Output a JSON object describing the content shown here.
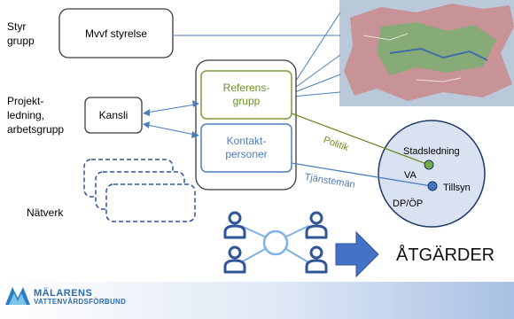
{
  "side_labels": {
    "styr": "Styr\ngrupp",
    "projekt": "Projekt-\nledning,\narbetsgrupp",
    "natverk": "Nätverk"
  },
  "boxes": {
    "styrelse": "Mvvf styrelse",
    "kansli": "Kansli",
    "referensgrupp": "Referens-\ngrupp",
    "kontaktpersoner": "Kontakt-\npersoner"
  },
  "edge_labels": {
    "politik": "Politik",
    "tjansteman": "Tjänstemän"
  },
  "circle_labels": {
    "stadsledning": "Stadsledning",
    "va": "VA",
    "tillsyn": "Tillsyn",
    "dpop": "DP/ÖP"
  },
  "result_label": "ÅTGÄRDER",
  "logo": {
    "line1": "MÄLARENS",
    "line2": "VATTENVÅRDSFÖRBUND"
  },
  "colors": {
    "green": "#6b8e23",
    "blue": "#4a7ebb",
    "dark_blue": "#2f5597",
    "arrow_blue": "#4472c4"
  },
  "icons": [
    "map-image",
    "user-icon",
    "hub-circle-icon",
    "right-arrow-icon"
  ]
}
